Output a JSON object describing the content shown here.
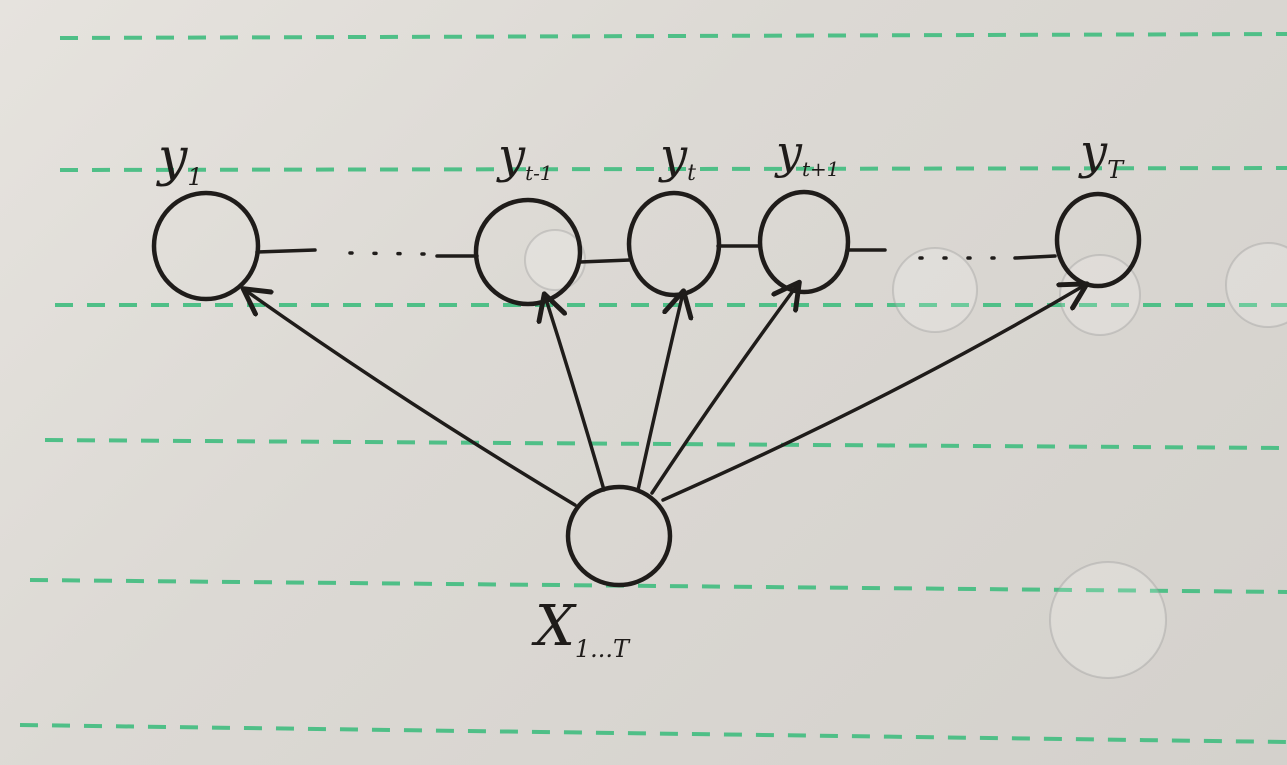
{
  "colors": {
    "ink": "#1f1c1a",
    "rule_line": "#4fbf87",
    "paper": "#e3e0db"
  },
  "output_nodes": [
    {
      "id": "y1",
      "label": "y",
      "sub": "1"
    },
    {
      "id": "yt-1",
      "label": "y",
      "sub": "t-1"
    },
    {
      "id": "yt",
      "label": "y",
      "sub": "t"
    },
    {
      "id": "yt+1",
      "label": "y",
      "sub": "t+1"
    },
    {
      "id": "yT",
      "label": "y",
      "sub": "T"
    }
  ],
  "input_node": {
    "id": "x",
    "label": "X",
    "sub": "1...T"
  },
  "edges": [
    {
      "from": "x",
      "to": "y1"
    },
    {
      "from": "x",
      "to": "yt-1"
    },
    {
      "from": "x",
      "to": "yt"
    },
    {
      "from": "x",
      "to": "yt+1"
    },
    {
      "from": "x",
      "to": "yT"
    }
  ],
  "chain": [
    {
      "from": "y1",
      "to": "yt-1",
      "style": "dotted"
    },
    {
      "from": "yt-1",
      "to": "yt",
      "style": "solid"
    },
    {
      "from": "yt",
      "to": "yt+1",
      "style": "solid"
    },
    {
      "from": "yt+1",
      "to": "yT",
      "style": "dotted"
    }
  ]
}
